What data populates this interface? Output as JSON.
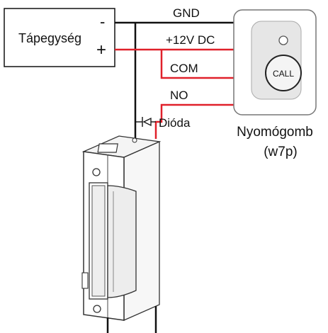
{
  "power_supply": {
    "label": "Tápegység",
    "minus": "-",
    "plus": "+"
  },
  "wires": {
    "gnd": "GND",
    "v12": "+12V DC",
    "com": "COM",
    "no": "NO"
  },
  "diode": {
    "label": "Dióda",
    "symbol": "⊣◁"
  },
  "push_button": {
    "button_text": "CALL",
    "caption_line1": "Nyomógomb",
    "caption_line2": "(w7p)"
  },
  "colors": {
    "wire_black": "#111111",
    "wire_red": "#e0202a",
    "device_border": "#555555"
  }
}
